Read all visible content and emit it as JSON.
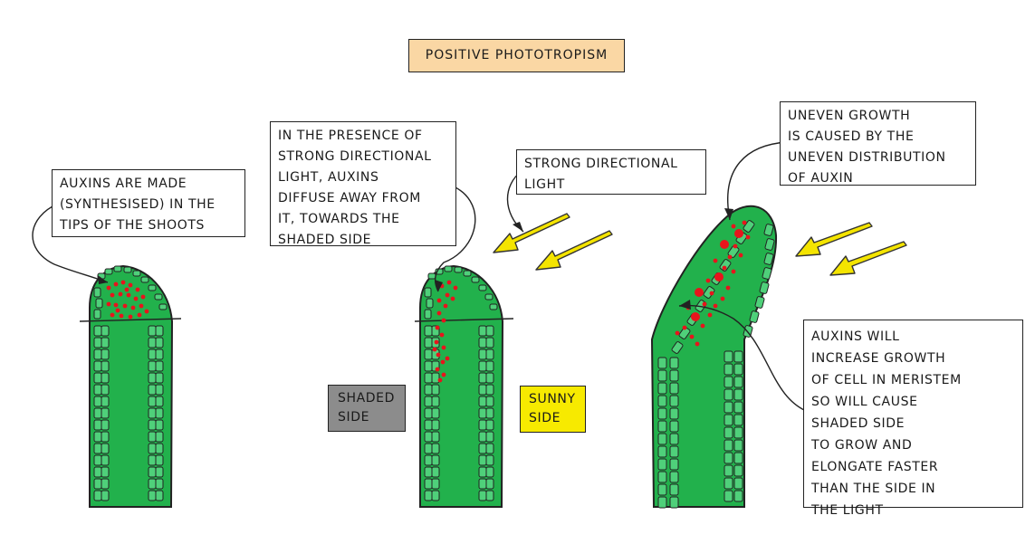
{
  "title": "POSITIVE   PHOTOTROPISM",
  "boxes": {
    "auxins_made": [
      "AUXINS  ARE  MADE",
      "(SYNTHESISED)  IN THE",
      "TIPS  OF  THE  SHOOTS"
    ],
    "presence": [
      "IN THE  PRESENCE  OF",
      "STRONG  DIRECTIONAL",
      "LIGHT,  AUXINS",
      "DIFFUSE  AWAY FROM",
      "IT,  TOWARDS  THE",
      "SHADED  SIDE"
    ],
    "strong_light": [
      "STRONG  DIRECTIONAL",
      "LIGHT"
    ],
    "uneven": [
      "UNEVEN  GROWTH",
      "IS  CAUSED  BY  THE",
      "UNEVEN  DISTRIBUTION",
      "OF  AUXIN"
    ],
    "increase": [
      "AUXINS  WILL",
      "INCREASE  GROWTH",
      "OF  CELL  IN  MERISTEM",
      "SO  WILL  CAUSE",
      "SHADED   SIDE",
      "TO  GROW  AND",
      "ELONGATE  FASTER",
      "THAN  THE  SIDE  IN",
      "THE  LIGHT"
    ]
  },
  "labels": {
    "shaded": [
      "SHADED",
      "SIDE"
    ],
    "sunny": [
      "SUNNY",
      "SIDE"
    ]
  },
  "colors": {
    "shoot_fill": "#22b14c",
    "cell_fill": "#4fd07a",
    "auxin": "#e8141c",
    "arrow": "#f4e400",
    "title_bg": "#fad7a4",
    "shaded_bg": "#8c8c8c",
    "sunny_bg": "#f7ea00"
  }
}
